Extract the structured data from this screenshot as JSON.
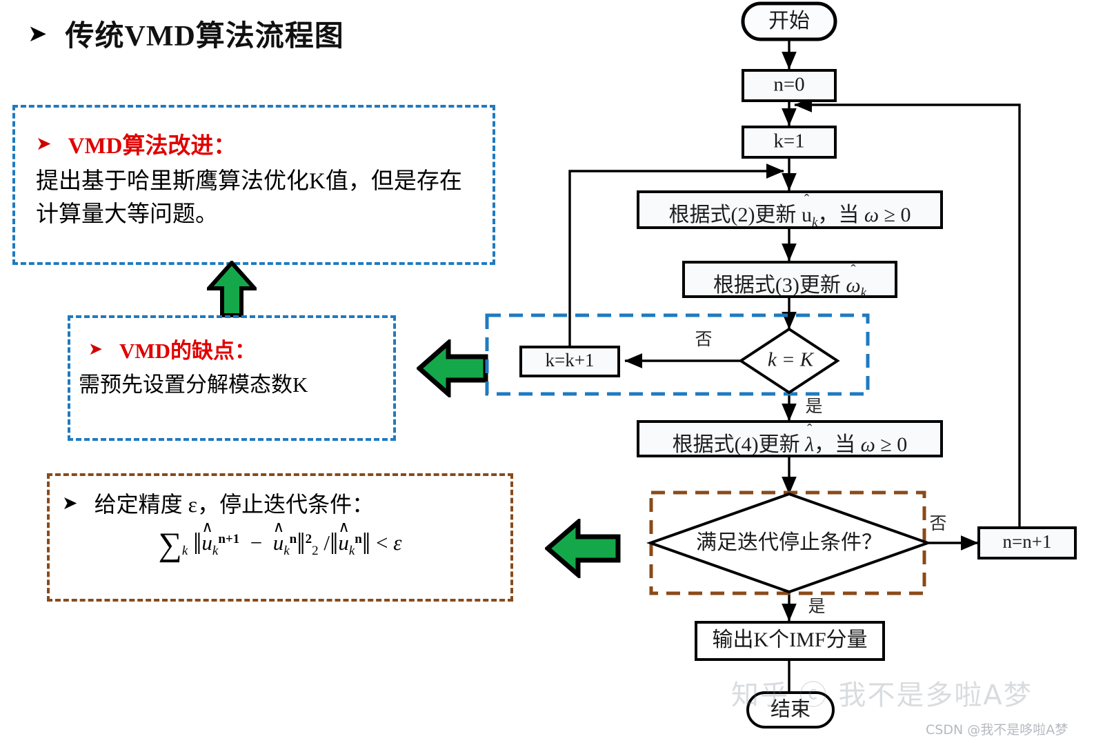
{
  "title": {
    "bullet": "➤",
    "text": "传统VMD算法流程图"
  },
  "callouts": {
    "improve": {
      "bullet": "➤",
      "heading": "VMD算法改进：",
      "body": "提出基于哈里斯鹰算法优化K值，但是存在计算量大等问题。",
      "border_color": "#1f7ac0",
      "heading_color": "#e00000"
    },
    "drawback": {
      "bullet": "➤",
      "heading": "VMD的缺点：",
      "body": "需预先设置分解模态数K",
      "border_color": "#1f7ac0",
      "heading_color": "#e00000"
    },
    "stop": {
      "bullet": "➤",
      "heading": "给定精度 ε，停止迭代条件：",
      "formula_plain": "∑_k ‖û_k^{n+1} − û_k^{n}‖²_2 / ‖û_k^{n}‖ < ε",
      "border_color": "#8a4a18"
    }
  },
  "green_arrows": [
    {
      "name": "arrow-up-to-improve",
      "direction": "up",
      "color": "#15a84a"
    },
    {
      "name": "arrow-left-to-drawback",
      "direction": "left",
      "color": "#15a84a"
    },
    {
      "name": "arrow-left-to-stop",
      "direction": "left",
      "color": "#15a84a"
    }
  ],
  "flowchart": {
    "nodes": [
      {
        "id": "start",
        "shape": "terminator",
        "label": "开始"
      },
      {
        "id": "n0",
        "shape": "process",
        "label": "n=0"
      },
      {
        "id": "k1",
        "shape": "process",
        "label": "k=1"
      },
      {
        "id": "update_u",
        "shape": "process",
        "label": "根据式(2)更新ûₖ，当 ω ≥ 0"
      },
      {
        "id": "update_w",
        "shape": "process",
        "label": "根据式(3)更新 ω̂ₖ"
      },
      {
        "id": "kEqK",
        "shape": "decision",
        "label": "k = K"
      },
      {
        "id": "kplus",
        "shape": "process",
        "label": "k=k+1"
      },
      {
        "id": "update_l",
        "shape": "process",
        "label": "根据式(4)更新 λ̂，当 ω ≥ 0"
      },
      {
        "id": "stopcond",
        "shape": "decision",
        "label": "满足迭代停止条件？"
      },
      {
        "id": "nplus",
        "shape": "process",
        "label": "n=n+1"
      },
      {
        "id": "output",
        "shape": "process",
        "label": "输出K个IMF分量"
      },
      {
        "id": "end",
        "shape": "terminator",
        "label": "结束"
      }
    ],
    "edge_labels": {
      "kEqK_no": "否",
      "kEqK_yes": "是",
      "stop_no": "否",
      "stop_yes": "是"
    },
    "highlight_boxes": [
      {
        "name": "k-loop-highlight",
        "color": "#1f7ac0"
      },
      {
        "name": "stop-cond-highlight",
        "color": "#8a4a18"
      }
    ]
  },
  "watermarks": {
    "big": "知乎 ⓒ 我不是多啦A梦",
    "small": "CSDN @我不是哆啦A梦"
  }
}
